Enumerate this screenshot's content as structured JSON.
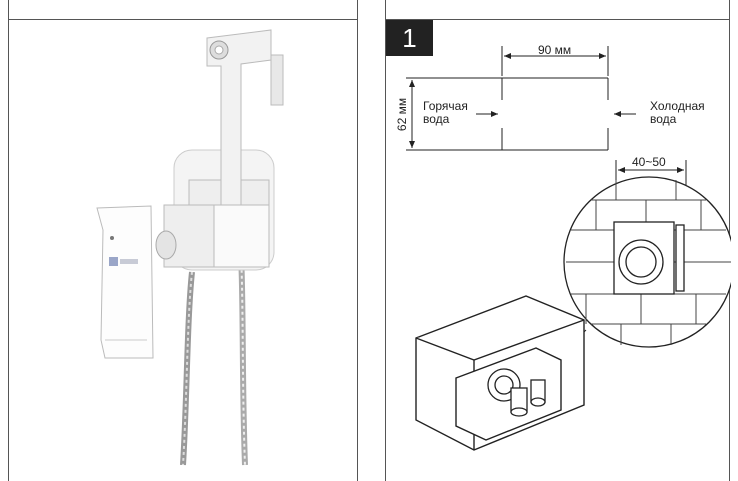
{
  "figure": {
    "step_number": "1",
    "spacing_label": "90 мм",
    "height_label": "62 мм",
    "hot_water_label": [
      "Горячая",
      "вода"
    ],
    "cold_water_label": [
      "Холодная",
      "вода"
    ],
    "depth_label": "40~50"
  },
  "photo": {
    "subject": "bidet-mixer-with-hand-shower",
    "brand_mark_icon": "brand-logo-icon"
  }
}
